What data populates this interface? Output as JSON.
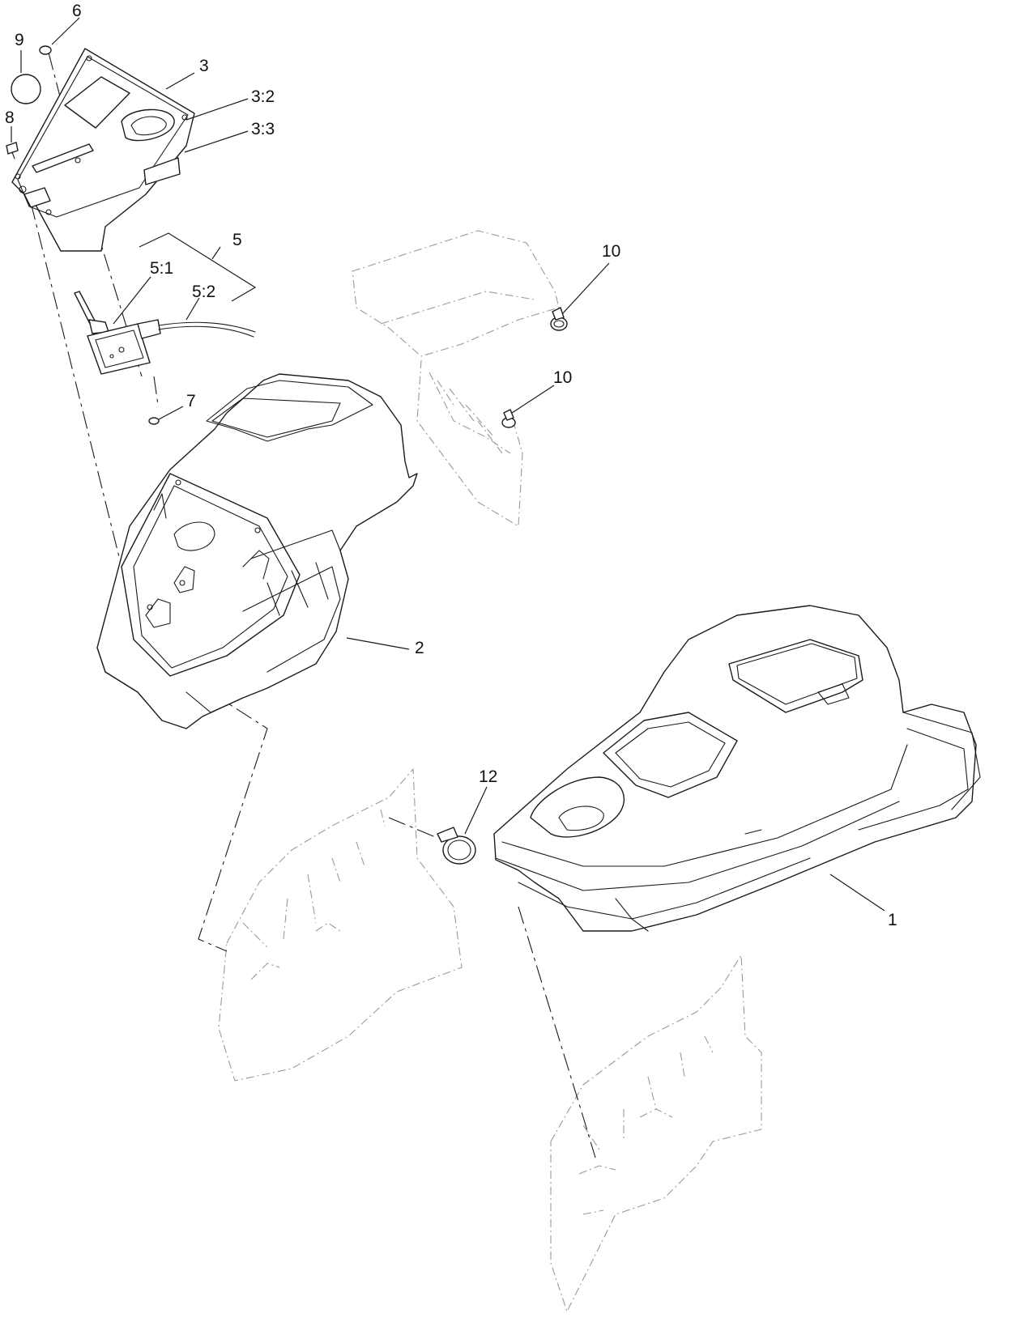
{
  "callouts": [
    {
      "id": "1",
      "label": "1"
    },
    {
      "id": "2",
      "label": "2"
    },
    {
      "id": "3",
      "label": "3"
    },
    {
      "id": "3-2",
      "label": "3:2"
    },
    {
      "id": "3-3",
      "label": "3:3"
    },
    {
      "id": "5",
      "label": "5"
    },
    {
      "id": "5-1",
      "label": "5:1"
    },
    {
      "id": "5-2",
      "label": "5:2"
    },
    {
      "id": "6",
      "label": "6"
    },
    {
      "id": "7",
      "label": "7"
    },
    {
      "id": "8",
      "label": "8"
    },
    {
      "id": "9",
      "label": "9"
    },
    {
      "id": "10a",
      "label": "10"
    },
    {
      "id": "10b",
      "label": "10"
    },
    {
      "id": "12",
      "label": "12"
    }
  ]
}
